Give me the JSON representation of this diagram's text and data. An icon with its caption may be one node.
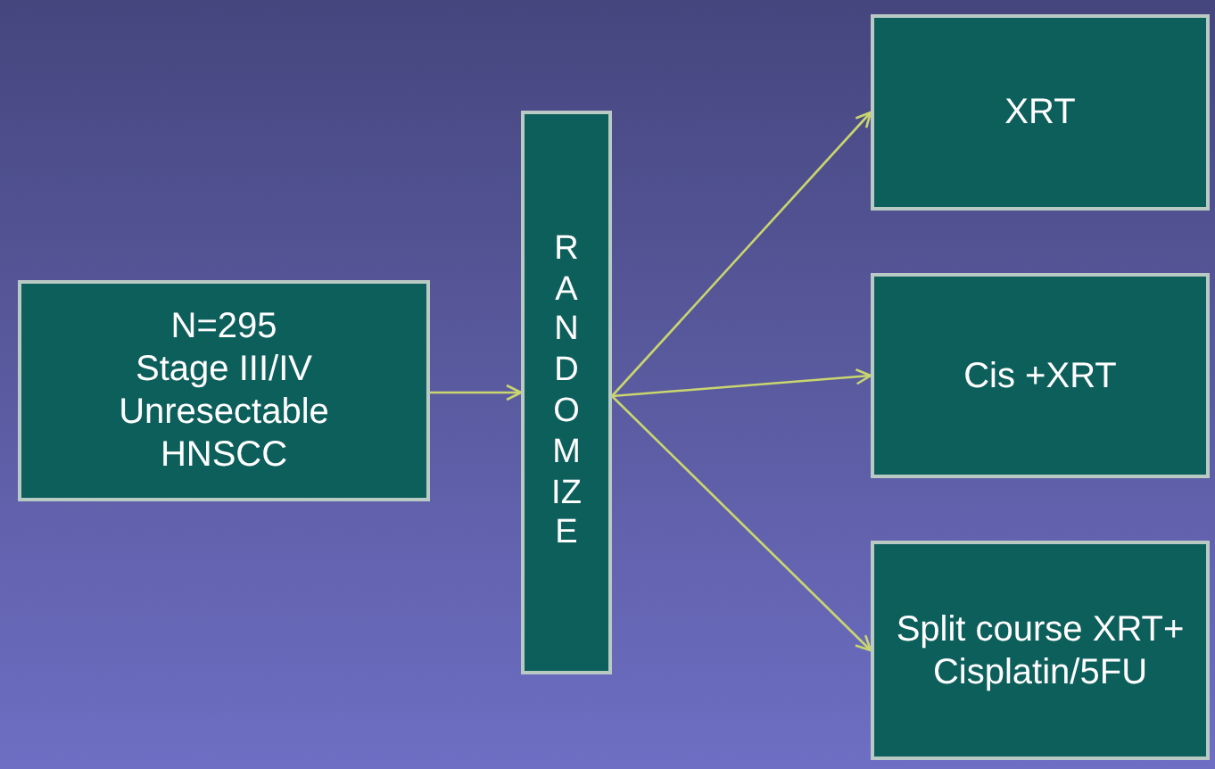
{
  "diagram": {
    "nodes": [
      {
        "text": [
          "N=295",
          "Stage III/IV",
          "Unresectable",
          "HNSCC"
        ]
      },
      {
        "text": [
          "RANDOMIZE"
        ]
      },
      {
        "text": [
          "XRT"
        ]
      },
      {
        "text": [
          "Cis +XRT"
        ]
      },
      {
        "text": [
          "Split course XRT+ Cisplatin/5FU"
        ]
      }
    ],
    "edges": [
      {
        "from": 0,
        "to": 1,
        "arrow": "to"
      },
      {
        "from": 1,
        "to": 2,
        "arrow": "to"
      },
      {
        "from": 1,
        "to": 3,
        "arrow": "to"
      },
      {
        "from": 1,
        "to": 4,
        "arrow": "to"
      }
    ]
  }
}
